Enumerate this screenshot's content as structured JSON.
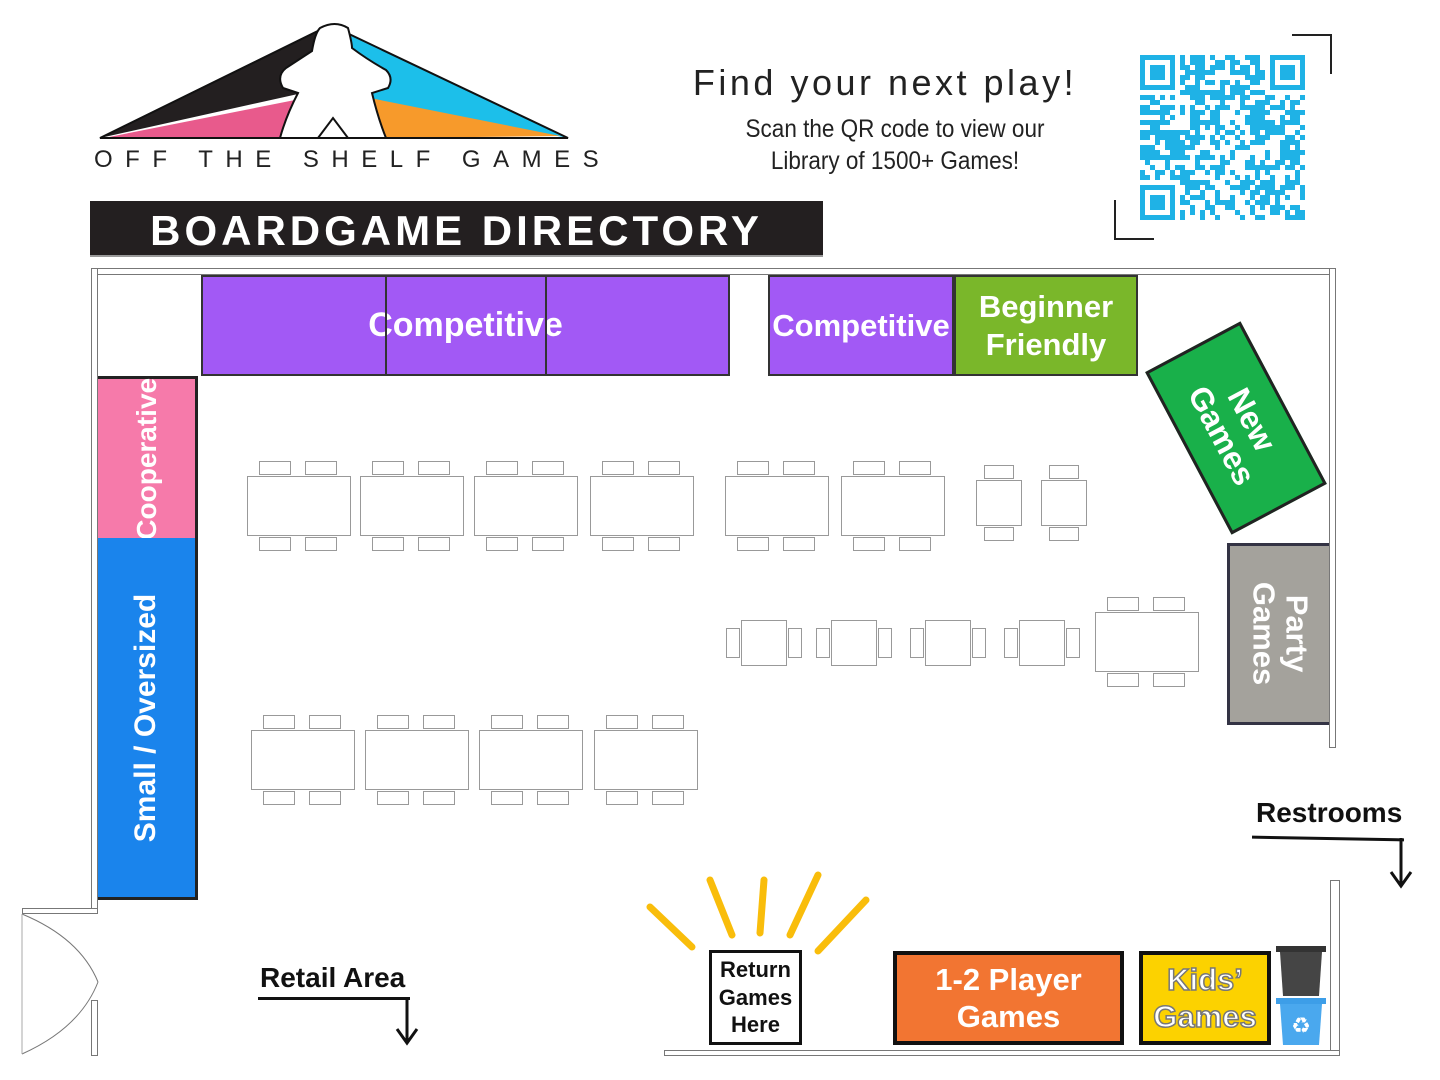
{
  "logo": {
    "brand": "OFF THE SHELF GAMES"
  },
  "header": {
    "title": "BOARDGAME DIRECTORY",
    "tagline": "Find your next play!",
    "subtext_line1": "Scan the QR code to view our",
    "subtext_line2": "Library of 1500+ Games!"
  },
  "sections": {
    "competitive_main": "Competitive",
    "competitive_side": "Competitive",
    "beginner_friendly_1": "Beginner",
    "beginner_friendly_2": "Friendly",
    "new_games_1": "New",
    "new_games_2": "Games",
    "cooperative": "Cooperative",
    "small_oversized": "Small / Oversized",
    "party_games_1": "Party",
    "party_games_2": "Games",
    "one_two_player_1": "1-2 Player",
    "one_two_player_2": "Games",
    "kids_1": "Kids’",
    "kids_2": "Games",
    "return_1": "Return",
    "return_2": "Games",
    "return_3": "Here"
  },
  "labels": {
    "restrooms": "Restrooms",
    "retail": "Retail Area"
  },
  "colors": {
    "competitive": "#a259f5",
    "beginner": "#7ab72a",
    "new_games": "#19b04a",
    "cooperative": "#f67aaa",
    "small_oversized": "#1a84ec",
    "party": "#a4a29c",
    "one_two": "#f27532",
    "kids": "#fcd200",
    "qr": "#1fb2e6",
    "burst": "#f9bd0b"
  }
}
